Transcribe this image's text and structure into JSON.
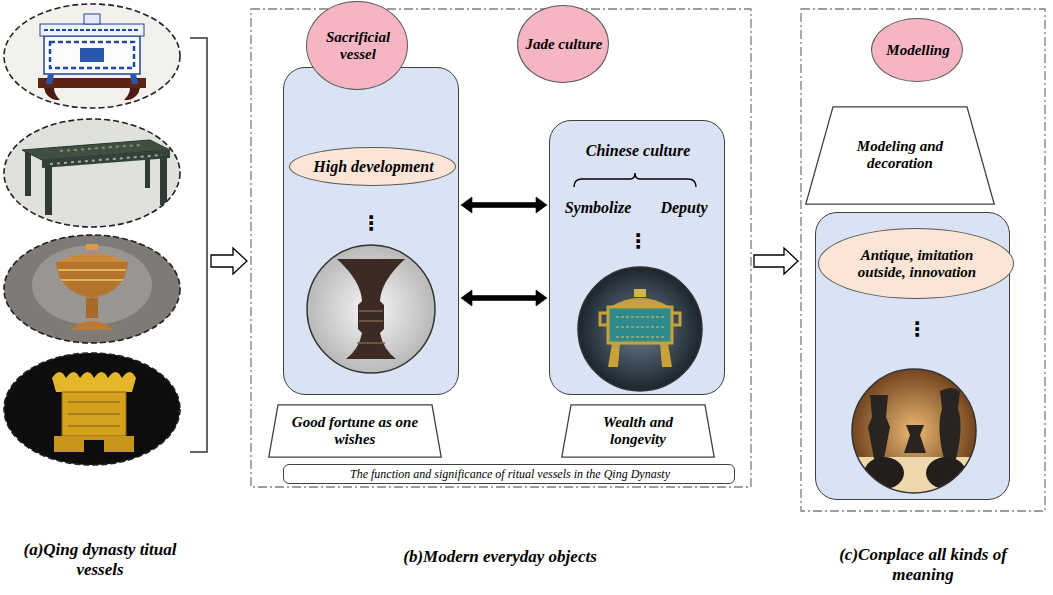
{
  "diagram": {
    "nodes": [
      {
        "text": [
          "(b)Modern everyday objects"
        ]
      },
      {
        "text": [
          "Sacrificial vessel"
        ],
        "in": 0
      },
      {
        "text": [
          "⋮"
        ],
        "in": 0
      },
      {
        "text": [
          "High development"
        ],
        "in": 2
      },
      {
        "text": [
          "Jade culture"
        ],
        "in": 0
      },
      {
        "text": [
          "Chinese culture",
          "Symbolize",
          "Deputy",
          "⋮"
        ],
        "in": 0
      },
      {
        "text": [
          "Good fortune as one wishes"
        ],
        "in": 0
      },
      {
        "text": [
          "Wealth and longevity"
        ],
        "in": 0
      },
      {
        "text": [
          "The function and significance of ritual vessels in the Qing Dynasty"
        ],
        "in": 0
      },
      {
        "text": [
          "(c)Conplace all kinds of meaning"
        ]
      },
      {
        "text": [
          "Modelling"
        ],
        "in": 9
      },
      {
        "text": [
          "Modeling and decoration"
        ],
        "in": 9
      },
      {
        "text": [
          "⋮"
        ],
        "in": 9
      },
      {
        "text": [
          "Antique, imitation outside, innovation"
        ],
        "in": 12
      }
    ],
    "edges": [
      {
        "from": 2,
        "to": 5,
        "arrow": "both"
      },
      {
        "from": 2,
        "to": 5,
        "arrow": "both"
      },
      {
        "from": 0,
        "to": 9,
        "arrow": "to"
      }
    ],
    "labels": [
      "(a)Qing dynasty titual vessels"
    ]
  }
}
